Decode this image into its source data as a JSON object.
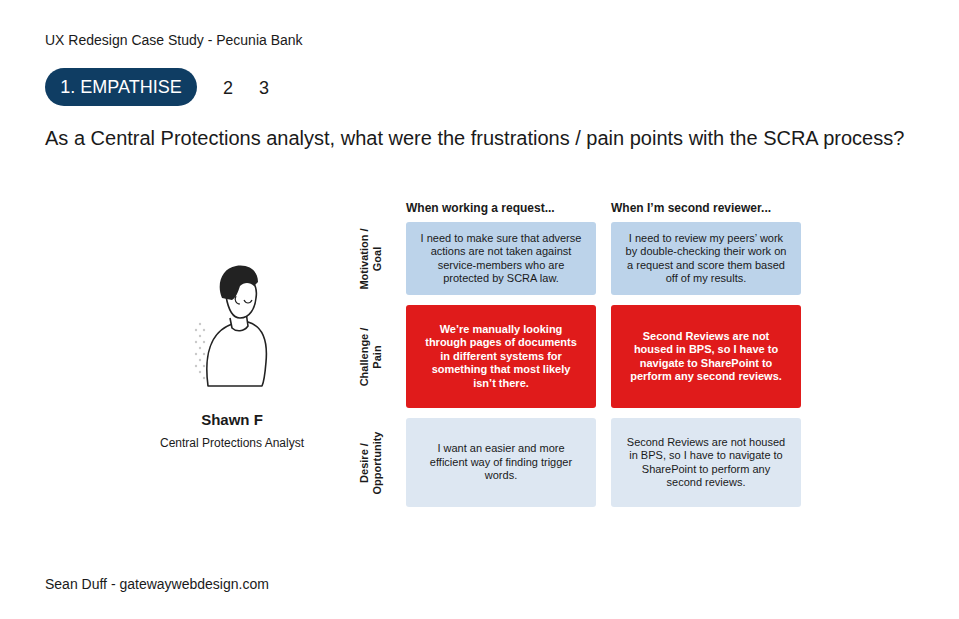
{
  "diagram": {
    "title": "As a Central Protections analyst, what were the frustrations / pain points with the SCRA process?",
    "nodes": [
      {
        "text": [
          "1. EMPATHISE"
        ]
      },
      {
        "text": [
          "I need to make sure that adverse actions are not taken against service-members who are protected by SCRA law."
        ]
      },
      {
        "text": [
          "I need to review my peers’ work by double-checking their work on a request and score them based off of my results."
        ]
      },
      {
        "text": [
          "We’re manually looking through pages of documents in different systems for something that most likely isn’t there."
        ]
      },
      {
        "text": [
          "Second Reviews are not housed in BPS, so I have to navigate to SharePoint to perform any second reviews."
        ]
      },
      {
        "text": [
          "I want an easier and more efficient way of finding trigger words."
        ]
      },
      {
        "text": [
          "Second Reviews are not housed in BPS, so I have to navigate to SharePoint to perform any second reviews."
        ]
      }
    ],
    "labels": [
      "UX Redesign Case Study - Pecunia Bank",
      "2",
      "3",
      "When working a request...",
      "When I’m second reviewer...",
      "Motivation / Goal",
      "Challenge / Pain",
      "Desire / Opportunity",
      "Shawn F",
      "Central Protections Analyst",
      "Sean Duff - gatewaywebdesign.com"
    ]
  }
}
